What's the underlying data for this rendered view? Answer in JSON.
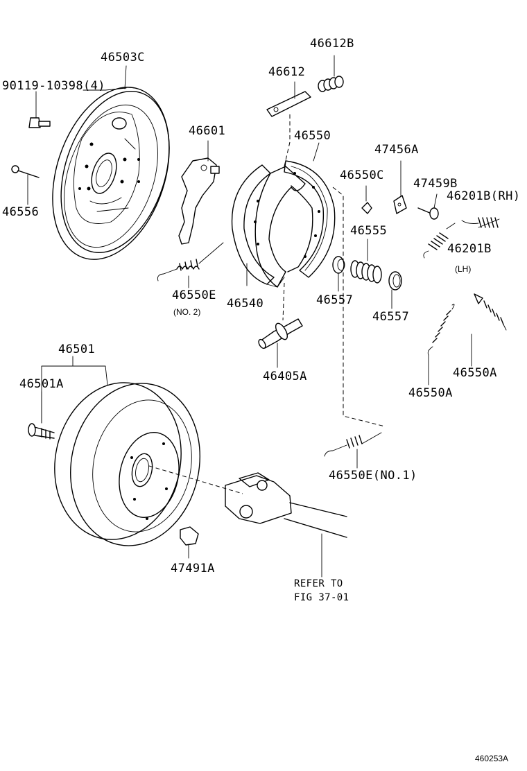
{
  "labels": {
    "p46503C": "46503C",
    "p90119": "90119-10398(4)",
    "p46556": "46556",
    "p46612B": "46612B",
    "p46612": "46612",
    "p46601": "46601",
    "p46550": "46550",
    "p47456A": "47456A",
    "p46550C": "46550C",
    "p47459B": "47459B",
    "p46201B_rh": "46201B(RH)",
    "p46555": "46555",
    "p46201B": "46201B",
    "lh": "(LH)",
    "p46550E": "46550E",
    "no2": "(NO. 2)",
    "p46540": "46540",
    "p46557a": "46557",
    "p46557b": "46557",
    "p46501": "46501",
    "p46501A": "46501A",
    "p46405A": "46405A",
    "p46550A_a": "46550A",
    "p46550A_b": "46550A",
    "p46550E_no1": "46550E(NO.1)",
    "p47491A": "47491A",
    "refer_line1": "REFER TO",
    "refer_line2": "FIG 37-01",
    "diagram_id": "460253A"
  }
}
